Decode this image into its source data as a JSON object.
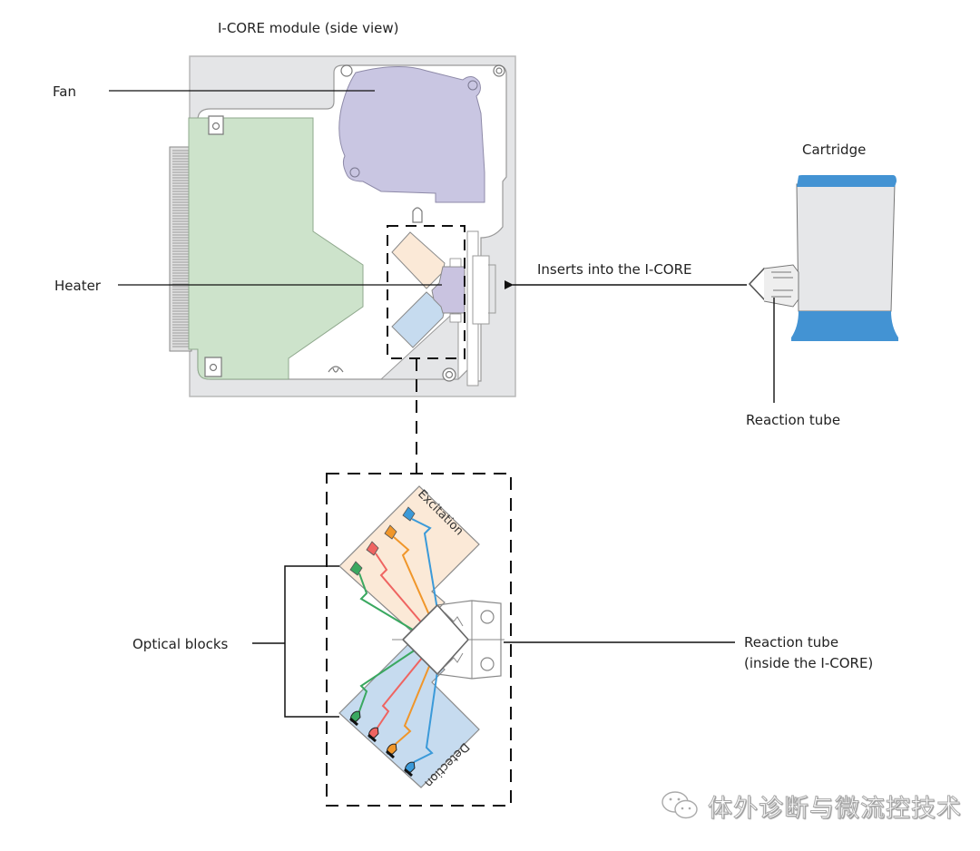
{
  "title": "I-CORE module (side view)",
  "labels": {
    "fan": "Fan",
    "heater": "Heater",
    "cartridge": "Cartridge",
    "inserts": "Inserts into the I-CORE",
    "reaction_tube": "Reaction tube",
    "optical_blocks": "Optical blocks",
    "reaction_tube_inside_line1": "Reaction tube",
    "reaction_tube_inside_line2": "(inside the I-CORE)",
    "excitation": "Excitation",
    "detection": "Detection"
  },
  "channels": [
    {
      "name": "green",
      "color": "#3aa860"
    },
    {
      "name": "red",
      "color": "#ef6461"
    },
    {
      "name": "orange",
      "color": "#f0962a"
    },
    {
      "name": "blue",
      "color": "#3b9ad9"
    }
  ],
  "colors": {
    "module_body": "#e4e5e7",
    "pcb": "#cde3cb",
    "fan": "#c9c6e2",
    "heater": "#c9c3e0",
    "excitation_block": "#fbe9d7",
    "detection_block": "#c6dbef",
    "cartridge_body": "#e6e7e9",
    "cartridge_cap": "#4393d3"
  },
  "watermark": {
    "icon": "wechat-icon",
    "text": "体外诊断与微流控技术"
  }
}
